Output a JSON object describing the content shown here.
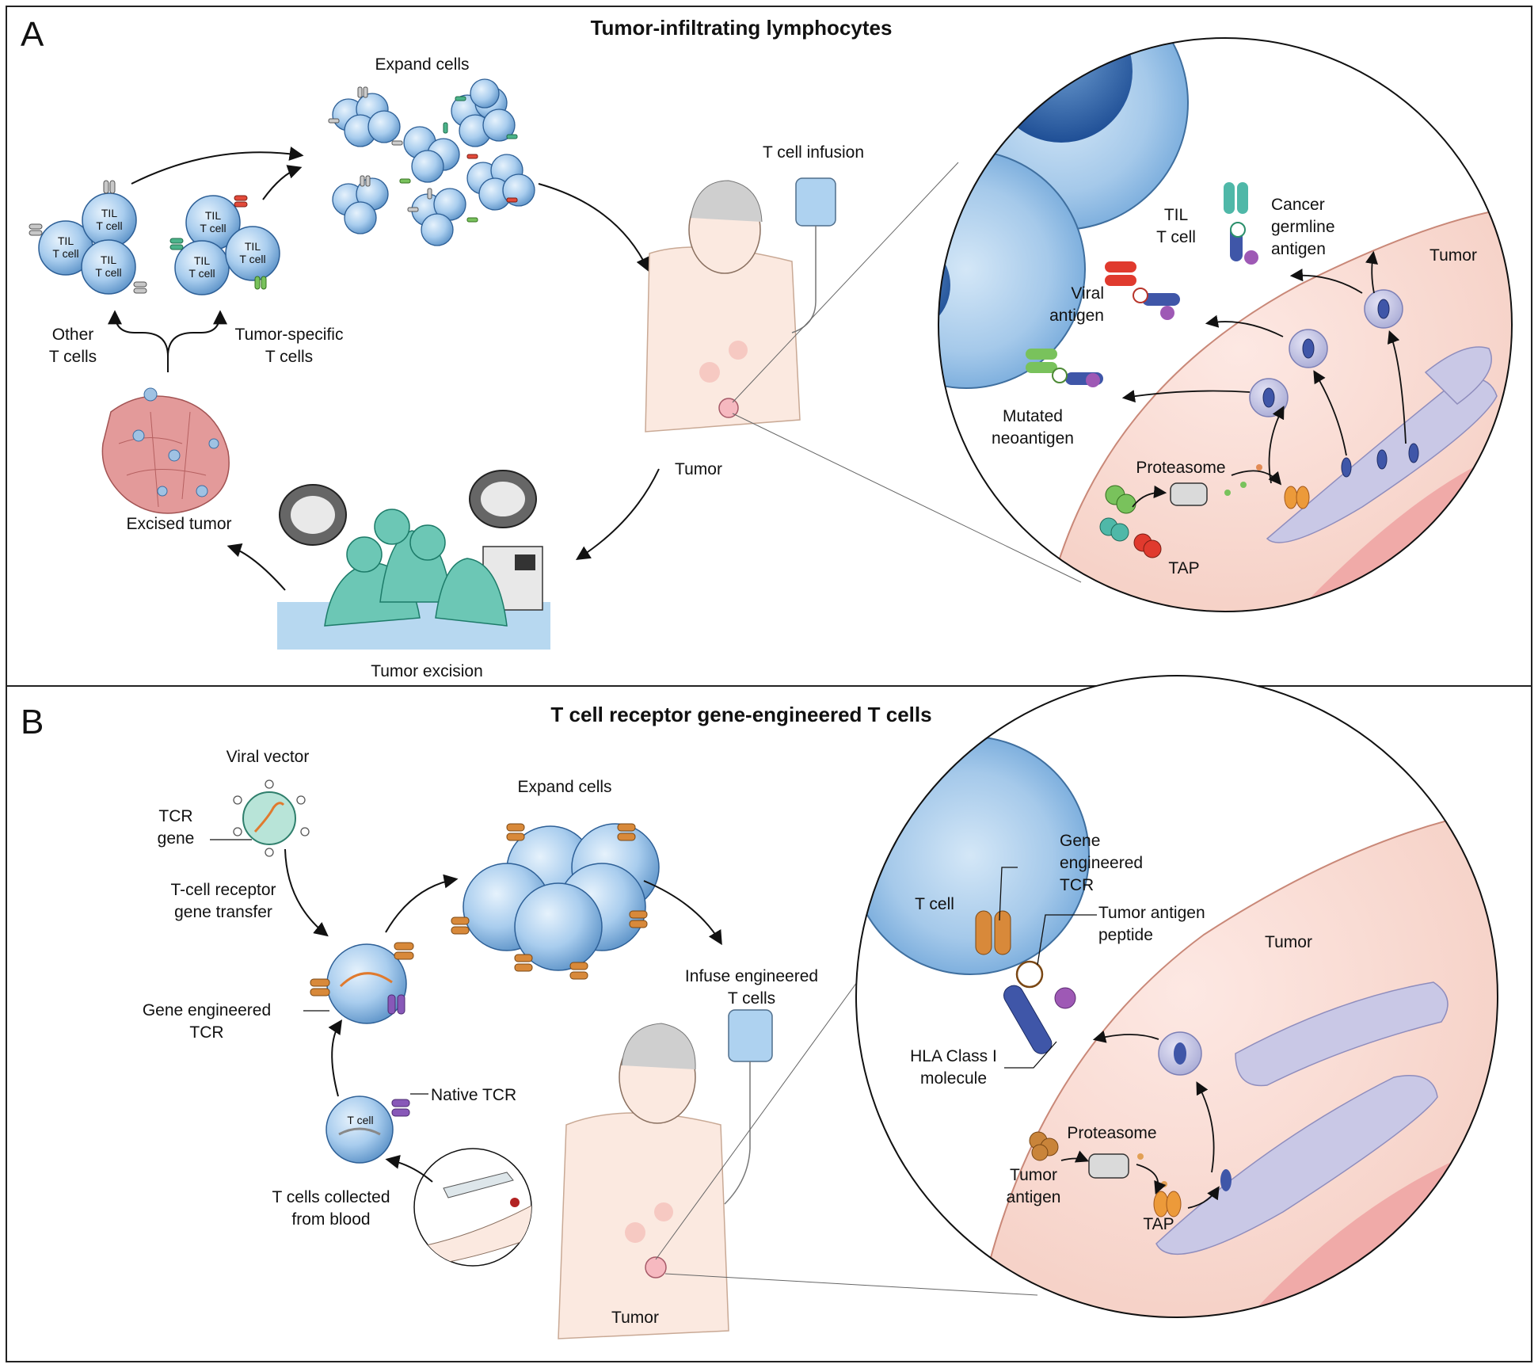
{
  "panel_a": {
    "letter": "A",
    "title": "Tumor-infiltrating lymphocytes",
    "labels": {
      "expand_cells": "Expand cells",
      "til_t_cell": "TIL\nT cell",
      "other_t_cells": "Other\nT cells",
      "tumor_specific_t_cells": "Tumor-specific\nT cells",
      "excised_tumor": "Excised tumor",
      "tumor_excision": "Tumor excision",
      "t_cell_infusion": "T cell infusion",
      "tumor": "Tumor"
    },
    "inset": {
      "til_t_cell": "TIL\nT cell",
      "cancer_germline_antigen": "Cancer\ngermline\nantigen",
      "viral_antigen": "Viral\nantigen",
      "mutated_neoantigen": "Mutated\nneoantigen",
      "tumor": "Tumor",
      "proteasome": "Proteasome",
      "tap": "TAP"
    }
  },
  "panel_b": {
    "letter": "B",
    "title": "T cell receptor gene-engineered T cells",
    "labels": {
      "viral_vector": "Viral vector",
      "tcr_gene": "TCR\ngene",
      "gene_transfer": "T-cell receptor\ngene transfer",
      "expand_cells": "Expand cells",
      "gene_engineered_tcr": "Gene engineered\nTCR",
      "native_tcr": "Native TCR",
      "t_cell": "T cell",
      "t_cells_collected": "T cells collected\nfrom blood",
      "infuse_engineered": "Infuse engineered\nT cells",
      "tumor": "Tumor"
    },
    "inset": {
      "t_cell": "T cell",
      "gene_engineered_tcr": "Gene\nengineered\nTCR",
      "tumor_antigen_peptide": "Tumor antigen\npeptide",
      "tumor": "Tumor",
      "hla_class_i": "HLA Class I\nmolecule",
      "proteasome": "Proteasome",
      "tumor_antigen": "Tumor\nantigen",
      "tap": "TAP"
    }
  },
  "colors": {
    "cell_blue": "#9cc4e8",
    "tumor_pink": "#f9ddd4",
    "er_lavender": "#c9c8e6",
    "surgeon_teal": "#6cc7b5",
    "tcr_orange": "#d8893a",
    "mhc_blue": "#3f56a8"
  }
}
